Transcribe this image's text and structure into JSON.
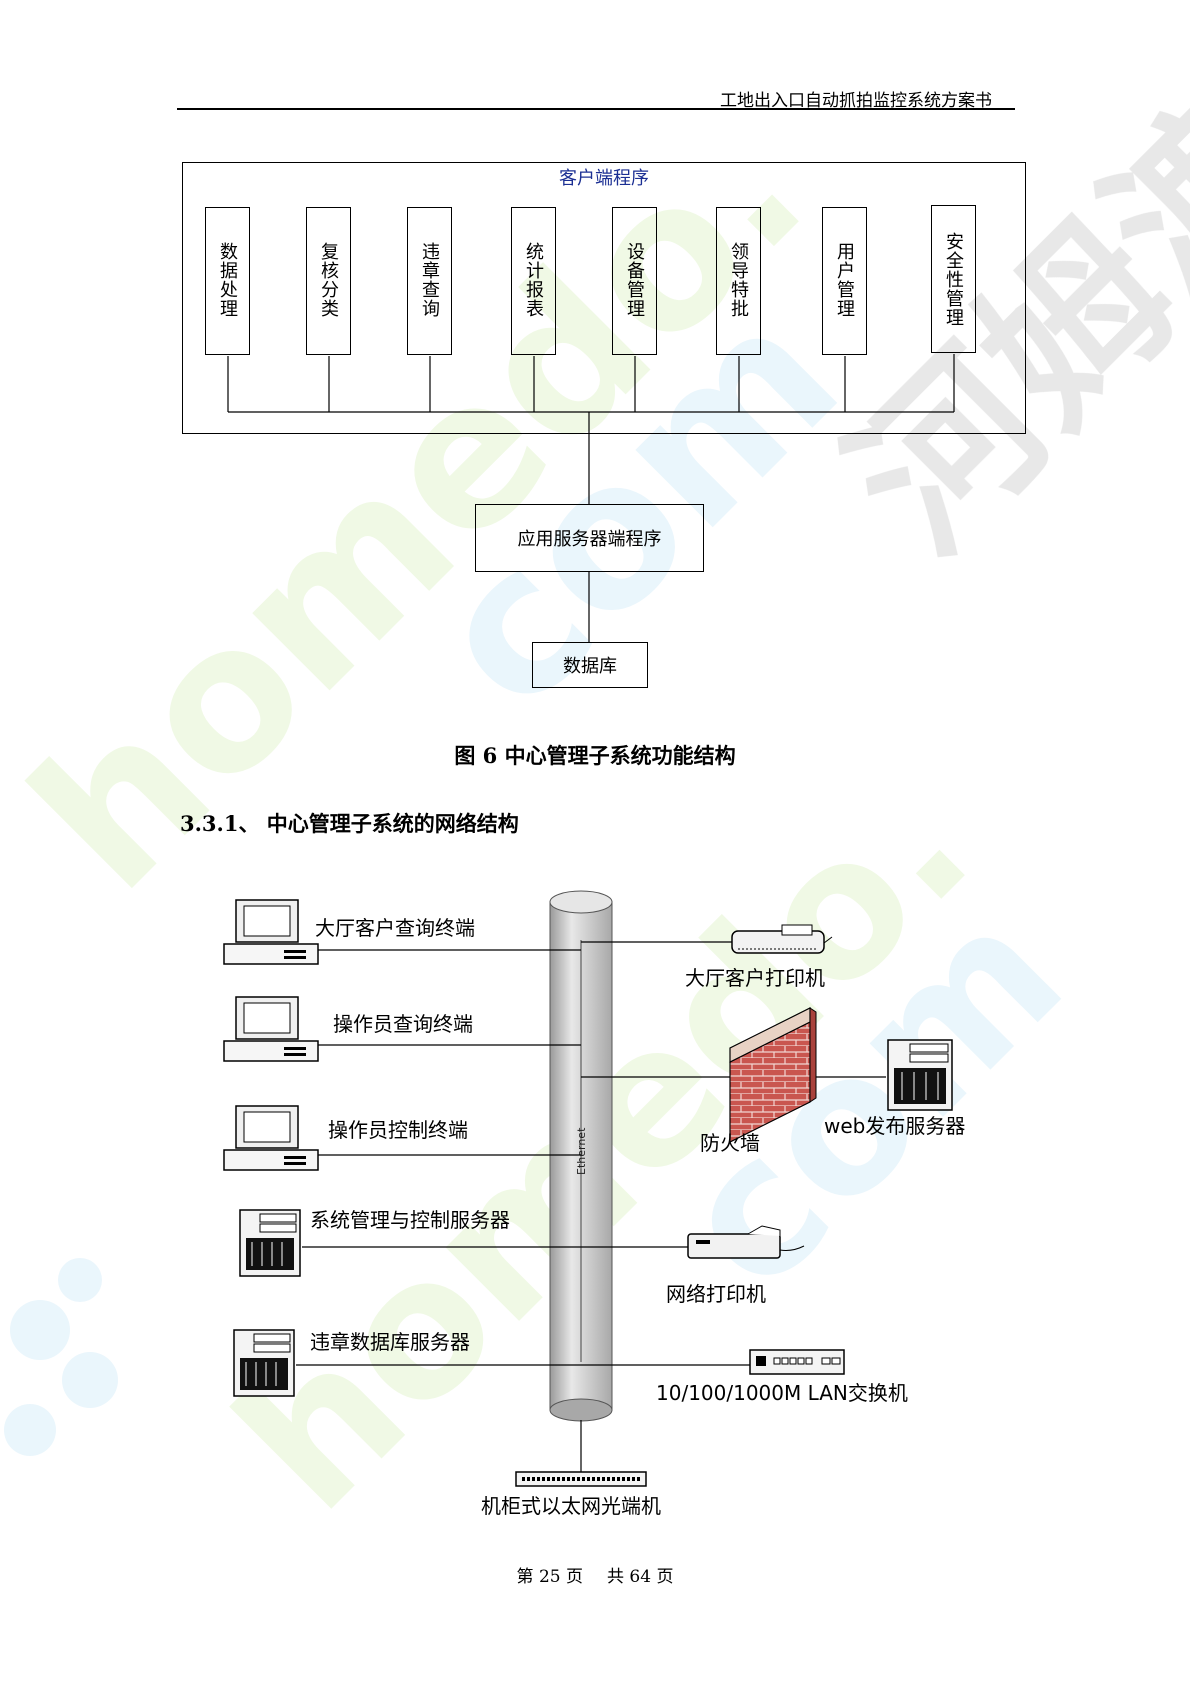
{
  "header": {
    "doc_title": "工地出入口自动抓拍监控系统方案书"
  },
  "function_diagram": {
    "client_group_title": "客户端程序",
    "modules": [
      "数据处理",
      "复核分类",
      "违章查询",
      "统计报表",
      "设备管理",
      "领导特批",
      "用户管理",
      "安全性管理"
    ],
    "app_server": "应用服务器端程序",
    "database": "数据库"
  },
  "figure_caption": "图 6  中心管理子系统功能结构",
  "section_heading": "3.3.1、 中心管理子系统的网络结构",
  "network_diagram": {
    "backbone_label": "Ethernet",
    "left_nodes": [
      "大厅客户查询终端",
      "操作员查询终端",
      "操作员控制终端",
      "系统管理与控制服务器",
      "违章数据库服务器"
    ],
    "right_nodes": [
      "大厅客户打印机",
      "防火墙",
      "web发布服务器",
      "网络打印机",
      "10/100/1000M LAN交换机"
    ],
    "bottom_node": "机柜式以太网光端机"
  },
  "footer": {
    "page": "第 25 页",
    "total": "共 64 页"
  },
  "watermark": {
    "text": "homedo.com",
    "brand": "河姆渡"
  },
  "colors": {
    "client_title": "#1b2f93",
    "firewall_brick": "#c0504d",
    "watermark_green": "#eaf7d8",
    "watermark_blue": "#dff1fb"
  }
}
